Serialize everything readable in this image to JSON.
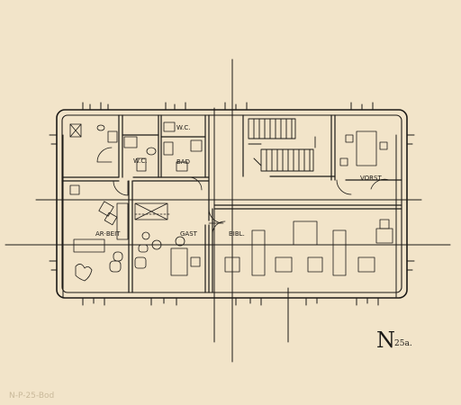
{
  "plan": {
    "rooms": {
      "wc_top": "W.C.",
      "wc_left": "W.C.",
      "bad": "BAD",
      "vorst": "VORST.",
      "arbeit": "AR·BEIT",
      "gast": "GAST",
      "bibl": "BIBL."
    },
    "sheet_mark": {
      "letter": "N",
      "number": "25a."
    },
    "archive_note": "N-P-25-Bod"
  }
}
